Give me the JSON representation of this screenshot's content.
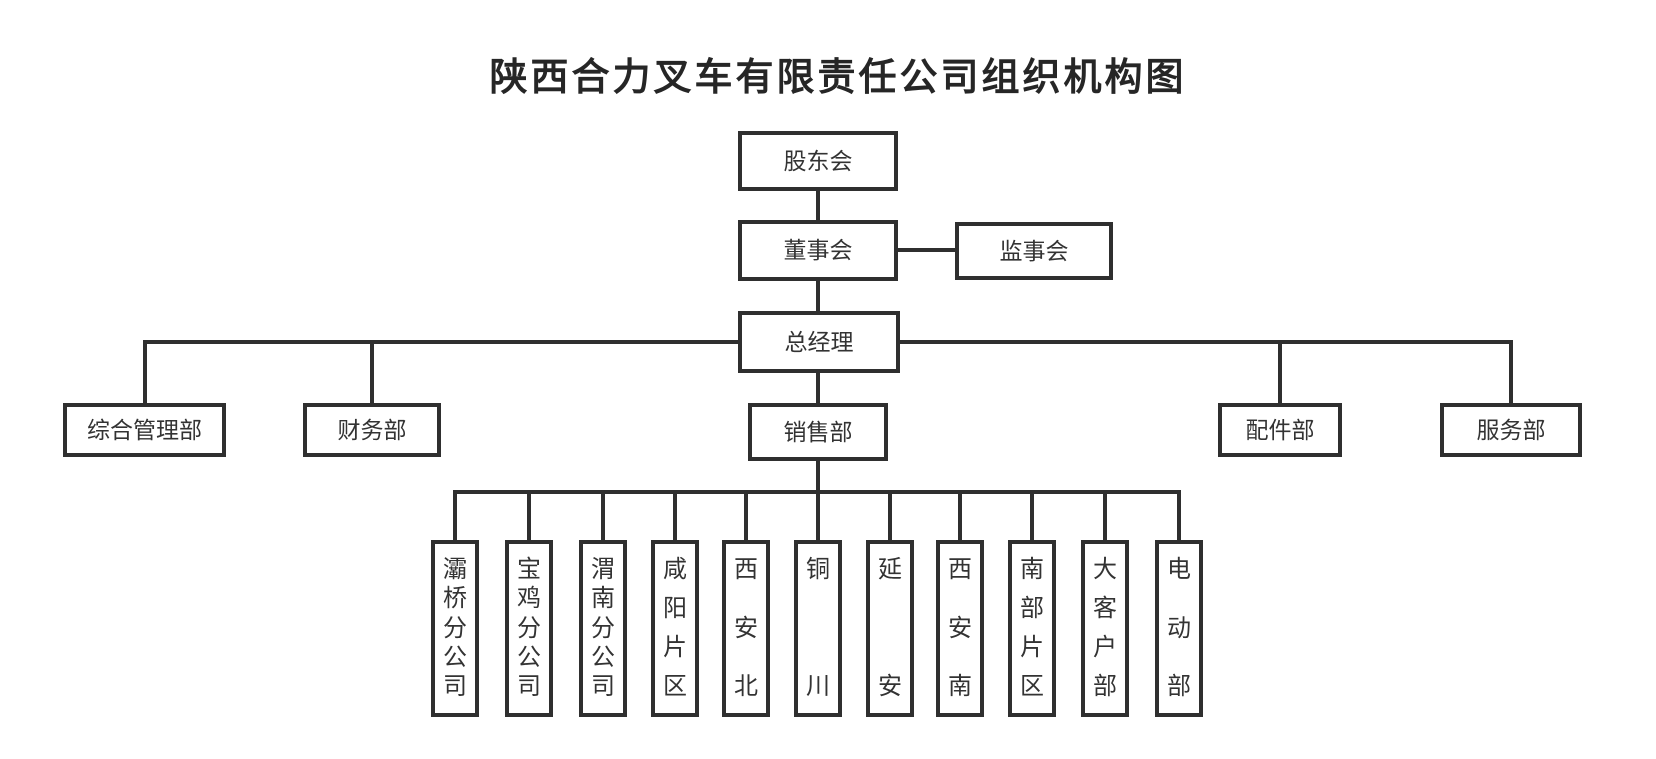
{
  "title": "陕西合力叉车有限责任公司组织机构图",
  "nodes": {
    "shareholders": "股东会",
    "board": "董事会",
    "supervisory": "监事会",
    "general_manager": "总经理",
    "admin_dept": "综合管理部",
    "finance_dept": "财务部",
    "sales_dept": "销售部",
    "parts_dept": "配件部",
    "service_dept": "服务部"
  },
  "sales_branches": [
    "灞桥分公司",
    "宝鸡分公司",
    "渭南分公司",
    "咸阳片区",
    "西安北",
    "铜川",
    "延安",
    "西安南",
    "南部片区",
    "大客户部",
    "电动部"
  ],
  "edges": [
    [
      "股东会",
      "董事会"
    ],
    [
      "董事会",
      "监事会"
    ],
    [
      "董事会",
      "总经理"
    ],
    [
      "总经理",
      "综合管理部"
    ],
    [
      "总经理",
      "财务部"
    ],
    [
      "总经理",
      "销售部"
    ],
    [
      "总经理",
      "配件部"
    ],
    [
      "总经理",
      "服务部"
    ],
    [
      "销售部",
      "灞桥分公司"
    ],
    [
      "销售部",
      "宝鸡分公司"
    ],
    [
      "销售部",
      "渭南分公司"
    ],
    [
      "销售部",
      "咸阳片区"
    ],
    [
      "销售部",
      "西安北"
    ],
    [
      "销售部",
      "铜川"
    ],
    [
      "销售部",
      "延安"
    ],
    [
      "销售部",
      "西安南"
    ],
    [
      "销售部",
      "南部片区"
    ],
    [
      "销售部",
      "大客户部"
    ],
    [
      "销售部",
      "电动部"
    ]
  ],
  "colors": {
    "line": "#2f2f2f",
    "text": "#333333",
    "title": "#262626",
    "background": "#ffffff"
  }
}
